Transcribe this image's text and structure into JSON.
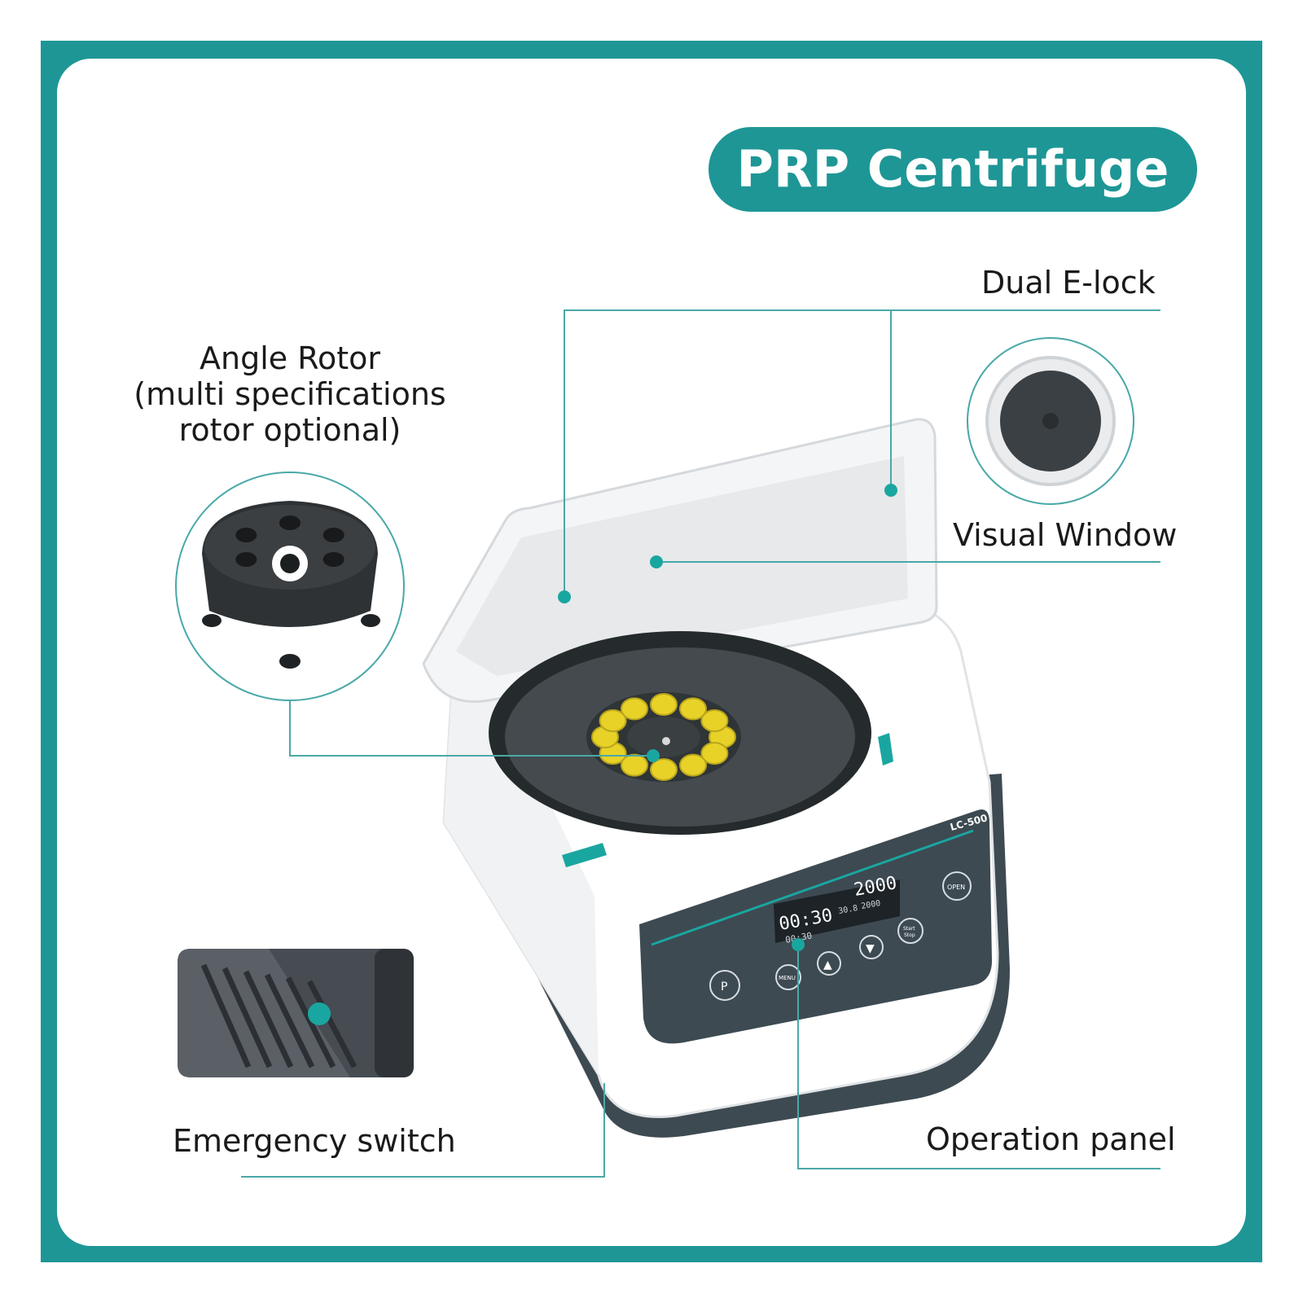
{
  "title": "PRP Centrifuge",
  "colors": {
    "frame": "#1e9696",
    "accent": "#1aa6a0",
    "line": "#4aa8a8",
    "panel": "#3d4a52",
    "tube": "#e8d228",
    "body": "#ffffff",
    "rotor": "#2e3234"
  },
  "callouts": {
    "dual_elock": "Dual E-lock",
    "angle_rotor": [
      "Angle Rotor",
      "(multi specifications",
      "rotor optional)"
    ],
    "visual_window": "Visual Window",
    "emergency_switch": "Emergency switch",
    "operation_panel": "Operation panel"
  },
  "device": {
    "model": "LC-500",
    "display_time": "00:30",
    "display_time_set": "00:30",
    "display_speed": "2000",
    "display_speed_set": "2000",
    "display_temp": "30.8",
    "buttons": {
      "p": "P",
      "menu": "MENU",
      "start_stop": [
        "Start",
        "Stop"
      ],
      "open": "OPEN"
    }
  }
}
